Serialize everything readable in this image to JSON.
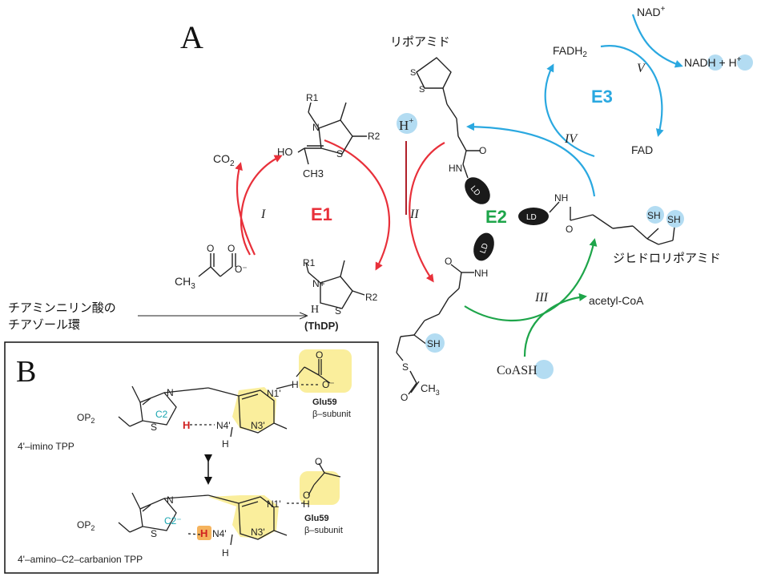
{
  "panel_a": {
    "letter": "A",
    "lipoamide": "リポアミド",
    "dihydrolipoamide": "ジヒドロリポアミド",
    "thiazole_label_line1": "チアミンニリン酸の",
    "thiazole_label_line2": "チアゾール環",
    "thdp": "(ThDP)",
    "co2": "CO",
    "co2_sub": "2",
    "h_plus": "H",
    "h_plus_sup": "+",
    "e1": "E1",
    "e2": "E2",
    "e3": "E3",
    "step_i": "I",
    "step_ii": "II",
    "step_iii": "III",
    "step_iv": "IV",
    "step_v": "V",
    "nad": "NAD",
    "nad_sup": "+",
    "nadh": "NADH + H",
    "nadh_sup": "+",
    "fadh2": "FADH",
    "fadh2_sub": "2",
    "fad": "FAD",
    "acetyl_coa": "acetyl-CoA",
    "coash": "CoASH",
    "ld": "LD",
    "sh": "SH",
    "h_atom": "H",
    "r1": "R1",
    "r2": "R2",
    "ho": "HO",
    "ch3": "CH3",
    "s": "S",
    "n": "N",
    "nh": "NH",
    "hn": "HN",
    "o": "O",
    "o_minus": "O⁻",
    "n_plus": "N+",
    "ch3_sub": "CH",
    "ch3_sub3": "3"
  },
  "panel_b": {
    "letter": "B",
    "top_label": "4'–imino TPP",
    "bottom_label": "4'–amino–C2–carbanion TPP",
    "glu": "Glu59",
    "subunit": "β–subunit",
    "op2": "OP",
    "op2_sub": "2",
    "c2": "C2",
    "c2_minus": "C2⁻",
    "n4": "N4'",
    "n3": "N3'",
    "n1": "N1'",
    "h": "H",
    "s": "S",
    "n": "N",
    "o": "O",
    "o_minus": "O⁻"
  },
  "colors": {
    "e1_red": "#e8303a",
    "e2_green": "#1ea54a",
    "e3_blue": "#2aa8e0",
    "highlight_blue": "#b3dcf2",
    "highlight_yellow": "#f5e04a",
    "c2_cyan": "#19a5b0"
  }
}
